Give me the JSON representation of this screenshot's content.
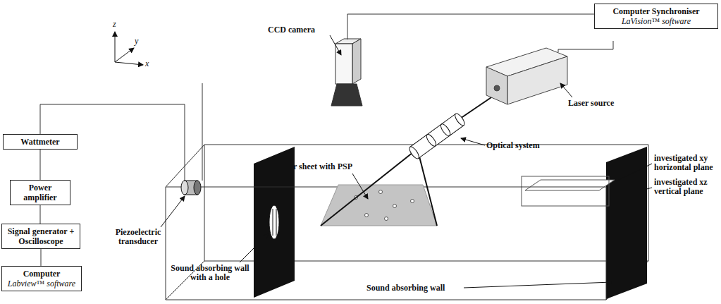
{
  "diagram": {
    "nodes": [
      {
        "text": [
          "Wattmeter"
        ]
      },
      {
        "text": [
          "Power amplifier"
        ]
      },
      {
        "text": [
          "Signal generator + Oscilloscope"
        ]
      },
      {
        "text": [
          "Computer",
          "Labview™ software"
        ]
      },
      {
        "text": [
          "Computer Synchroniser",
          "LaVision™ software"
        ]
      }
    ],
    "edges": [
      {
        "from": 0,
        "to": 1,
        "arrow": "none"
      },
      {
        "from": 1,
        "to": 2,
        "arrow": "none"
      },
      {
        "from": 2,
        "to": 3,
        "arrow": "none"
      }
    ],
    "labels": [
      "z",
      "y",
      "x",
      "CCD camera",
      "Laser source",
      "Optical system",
      "Laser sheet with PSP",
      "Piezoelectric transducer",
      "Sound absorbing wall with a hole",
      "Sound absorbing wall",
      "investigated xy horizontal plane",
      "investigated xz vertical plane"
    ]
  }
}
